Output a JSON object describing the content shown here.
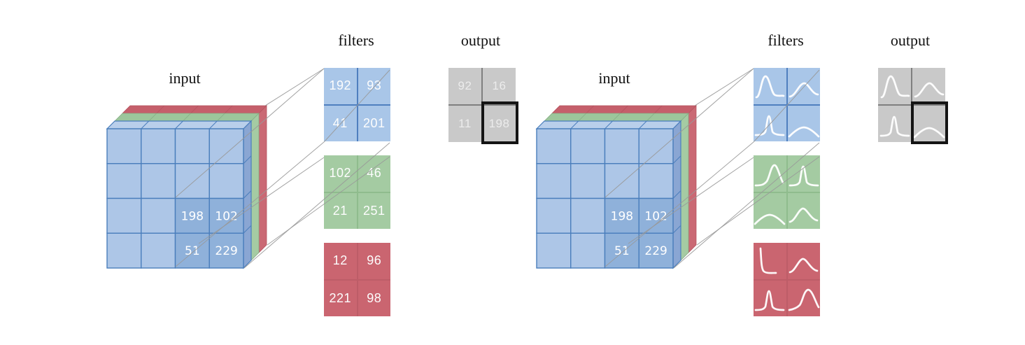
{
  "labels": {
    "input": "input",
    "filters": "filters",
    "output": "output"
  },
  "colors": {
    "background": "#ffffff",
    "cube_front": "#adc6e7",
    "cube_window": "#8fb1da",
    "cube_top": "#b9cfeb",
    "cube_side": "#8aa6d3",
    "cube_stroke": "#4a7ebc",
    "green_top": "#9cc69b",
    "green_side": "#a5cba3",
    "green_stroke": "#86ae85",
    "red_top": "#c55f6b",
    "red_side": "#ca6974",
    "red_stroke": "#b5525e",
    "filter_blue": "#a9c6e8",
    "filter_blue_divider": "#4f7fbf",
    "filter_green": "#a4cba2",
    "filter_green_divider": "#8fbc8d",
    "filter_red": "#ca6570",
    "filter_red_divider": "#bd5d68",
    "output_gray": "#c9c9c9",
    "output_divider": "#7f7f7f",
    "highlight_border": "#141414",
    "connector_line": "#999999",
    "value_text": "#ffffff",
    "curve_stroke": "#ffffff"
  },
  "input_cube": {
    "rows": 4,
    "cols": 4,
    "channels": [
      "blue",
      "green",
      "red"
    ],
    "window_values": [
      [
        "198",
        "102"
      ],
      [
        "51",
        "229"
      ]
    ]
  },
  "diagrams": [
    {
      "name": "numeric-convolution",
      "filters": [
        {
          "channel": "blue",
          "type": "numbers",
          "cells": [
            [
              "192",
              "93"
            ],
            [
              "41",
              "201"
            ]
          ]
        },
        {
          "channel": "green",
          "type": "numbers",
          "cells": [
            [
              "102",
              "46"
            ],
            [
              "21",
              "251"
            ]
          ]
        },
        {
          "channel": "red",
          "type": "numbers",
          "cells": [
            [
              "12",
              "96"
            ],
            [
              "221",
              "98"
            ]
          ]
        }
      ],
      "output": {
        "type": "numbers",
        "cells": [
          [
            "92",
            "16"
          ],
          [
            "11",
            "198"
          ]
        ],
        "highlighted_cell": [
          1,
          1
        ]
      }
    },
    {
      "name": "distribution-convolution",
      "filters": [
        {
          "channel": "blue",
          "type": "curves",
          "cells": [
            [
              "bell_left",
              "bell_soft"
            ],
            [
              "bell_narrow",
              "bump_wide"
            ]
          ]
        },
        {
          "channel": "green",
          "type": "curves",
          "cells": [
            [
              "rise_bell",
              "bell_narrow"
            ],
            [
              "bump_wide",
              "bell_med"
            ]
          ]
        },
        {
          "channel": "red",
          "type": "curves",
          "cells": [
            [
              "spike_decay",
              "bell_med"
            ],
            [
              "bell_narrow",
              "bell_right"
            ]
          ]
        }
      ],
      "output": {
        "type": "curves",
        "cells": [
          [
            "bell_left",
            "bell_soft"
          ],
          [
            "bell_narrow",
            "bump_wide"
          ]
        ],
        "highlighted_cell": [
          1,
          1
        ]
      }
    }
  ]
}
